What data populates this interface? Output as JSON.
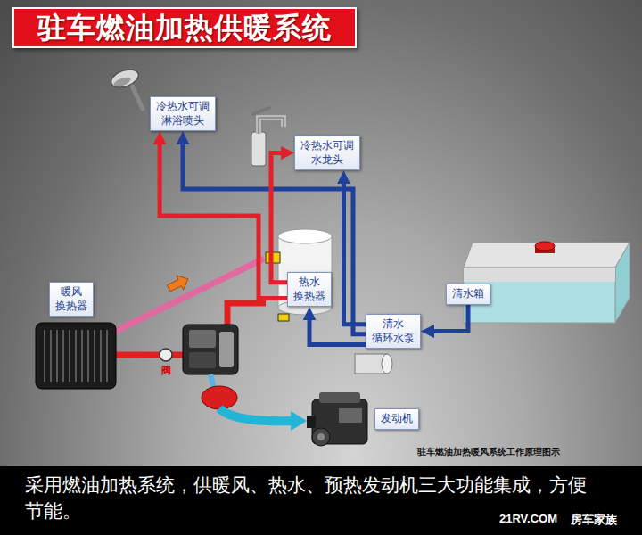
{
  "diagram": {
    "title": "驻车燃油加热供暖系统",
    "caption": "采用燃油加热系统，供暖风、热水、预热发动机三大功能集成，方便节能。",
    "nodes": [
      {
        "text": [
          "冷热水可调 淋浴喷头"
        ]
      },
      {
        "text": [
          "冷热水可调 水龙头"
        ]
      },
      {
        "text": [
          "暖风 换热器"
        ]
      },
      {
        "text": [
          "热水 换热器"
        ]
      },
      {
        "text": [
          "清水箱"
        ]
      },
      {
        "text": [
          "清水 循环水泵"
        ]
      },
      {
        "text": [
          "发动机"
        ]
      }
    ],
    "edges": [
      {
        "from": 4,
        "to": 5,
        "arrow": "to"
      },
      {
        "from": 5,
        "to": 3,
        "arrow": "to"
      },
      {
        "from": 5,
        "to": 1,
        "arrow": "to"
      },
      {
        "from": 5,
        "to": 0,
        "arrow": "to"
      },
      {
        "from": 3,
        "to": 1,
        "arrow": "to"
      },
      {
        "from": 3,
        "to": 0,
        "arrow": "to"
      }
    ],
    "labels": [
      "阀",
      "驻车燃油加热暖风系统工作原理图示",
      "21RV.COM",
      "房车家族"
    ]
  }
}
